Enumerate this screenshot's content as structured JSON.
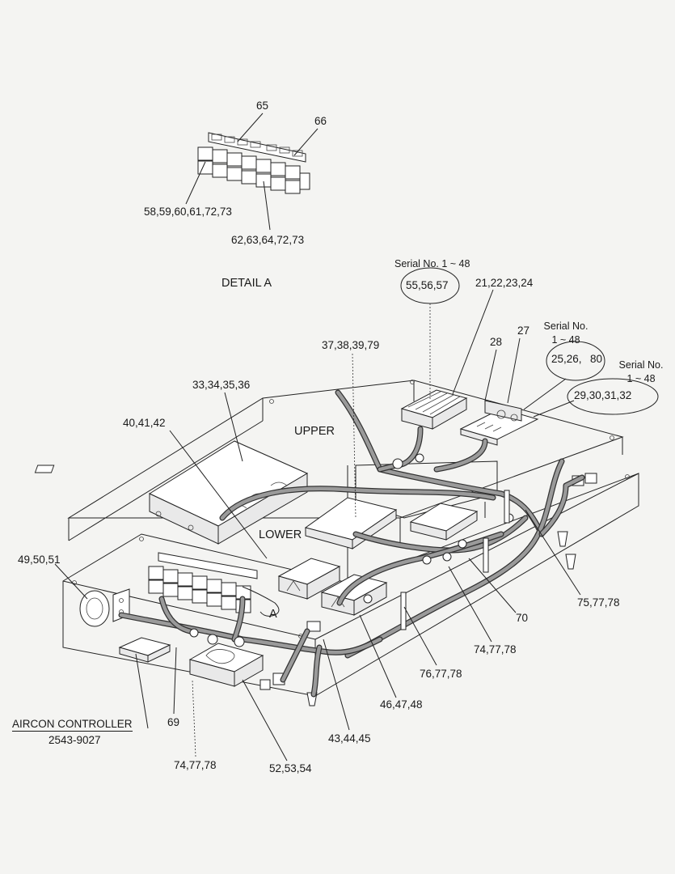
{
  "detail": {
    "title": "DETAIL  A",
    "relay_bank_callouts": {
      "top": "65",
      "right": "66",
      "left_relays": "58,59,60,61,72,73",
      "right_relays": "62,63,64,72,73"
    }
  },
  "section_labels": {
    "upper": "UPPER",
    "lower": "LOWER",
    "detail_ref": "A"
  },
  "serial_notes": {
    "note1": "Serial No. 1 ~ 48",
    "note2_line1": "Serial No.",
    "note2_line2": "1 ~ 48",
    "note3_line1": "Serial No.",
    "note3_line2": "1 ~ 48"
  },
  "callouts": {
    "c55": "55,56,57",
    "c21": "21,22,23,24",
    "c27": "27",
    "c28": "28",
    "c25": "25,26,",
    "c80": "80",
    "c29": "29,30,31,32",
    "c37": "37,38,39,79",
    "c33": "33,34,35,36",
    "c40": "40,41,42",
    "c49": "49,50,51",
    "c75": "75,77,78",
    "c70": "70",
    "c74a": "74,77,78",
    "c76": "76,77,78",
    "c46": "46,47,48",
    "c43": "43,44,45",
    "c52": "52,53,54",
    "c74b": "74,77,78",
    "c69": "69"
  },
  "aircon": {
    "title": "AIRCON CONTROLLER",
    "part_no": "2543-9027"
  }
}
